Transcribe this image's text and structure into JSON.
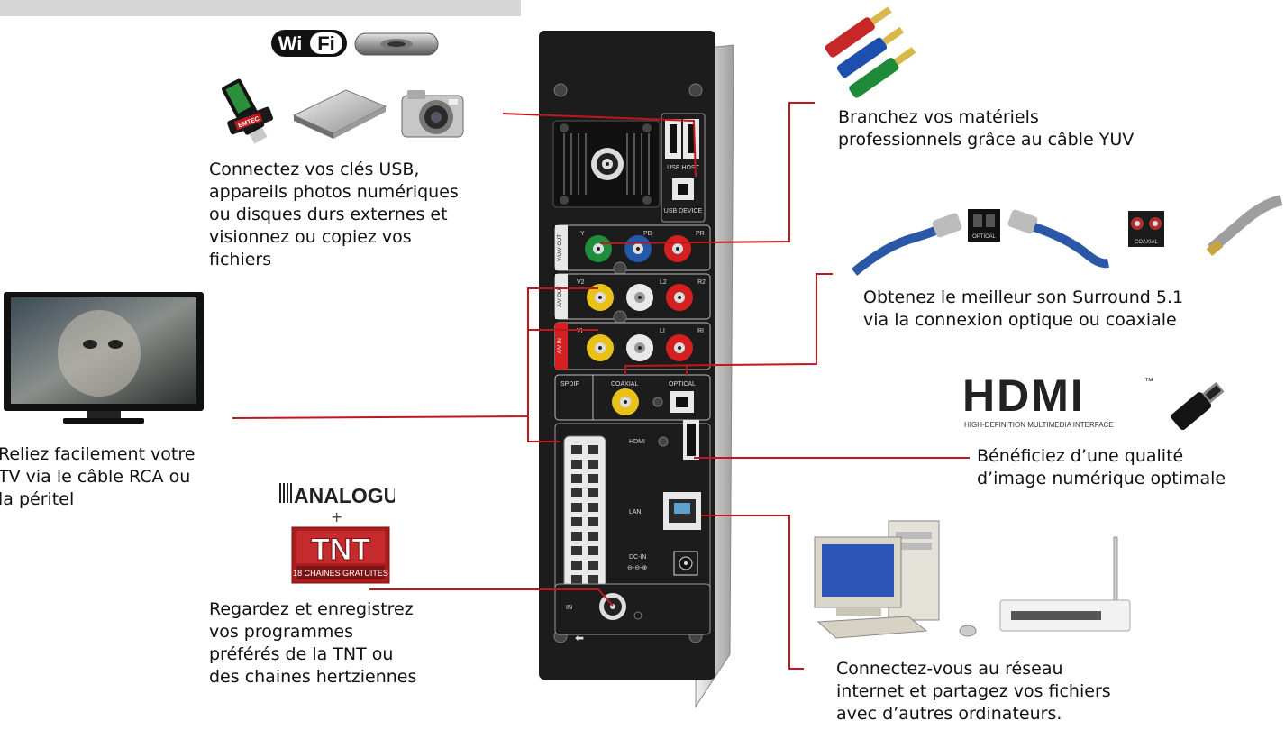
{
  "captions": {
    "usb": "Connectez vos clés USB,\nappareils photos numériques\nou disques durs externes et\nvisionnez ou copiez vos\nfichiers",
    "tv": "Reliez facilement votre\nTV via le câble RCA ou\nla péritel",
    "tnt": "Regardez et enregistrez\nvos programmes\npréférés de la TNT ou\ndes chaines hertziennes",
    "yuv": "Branchez vos matériels\nprofessionnels grâce au câble YUV",
    "audio": "Obtenez le meilleur son Surround 5.1\nvia la connexion optique ou coaxiale",
    "hdmi": "Bénéficiez d’une qualité\nd’image numérique optimale",
    "lan": "Connectez-vous au réseau\ninternet et partagez vos fichiers\navec d’autres ordinateurs."
  },
  "logos": {
    "wifi_a": "Wi",
    "wifi_b": "Fi",
    "analogue": "ANALOGUE",
    "plus": "+",
    "tnt": "TNT",
    "tnt_sub": "18 CHAINES GRATUITES",
    "hdmi": "HDMI",
    "hdmi_tm": "™",
    "hdmi_sub": "HIGH-DEFINITION MULTIMEDIA INTERFACE",
    "emtec": "EMTEC",
    "optical_small": "OPTICAL",
    "coaxial_small": "COAXIAL"
  },
  "panel_labels": {
    "usb_host": "USB HOST",
    "usb_device": "USB DEVICE",
    "y": "Y",
    "pb": "PB",
    "pr": "PR",
    "yuv_out": "Y/U/V OUT",
    "v2": "V2",
    "l2": "L2",
    "r2": "R2",
    "av_out": "A/V OUT",
    "v1": "VI",
    "l1": "LI",
    "r1": "RI",
    "av_in": "A/V IN",
    "spdif": "SPDIF",
    "coaxial": "COAXIAL",
    "optical": "OPTICAL",
    "hdmi": "HDMI",
    "lan": "LAN",
    "dcin": "DC-IN",
    "dc_polarity": "⊖-⊖-⊕",
    "in": "IN",
    "arrow": "⬅"
  },
  "colors": {
    "connector_line": "#c0161d",
    "device_body": "#1c1c1c",
    "panel_outline": "#bdbdbd",
    "rca_green": "#1f8d3a",
    "rca_blue": "#2458a8",
    "rca_red": "#d42020",
    "rca_yellow": "#e8c21a",
    "rca_white": "#e9e9e9"
  }
}
